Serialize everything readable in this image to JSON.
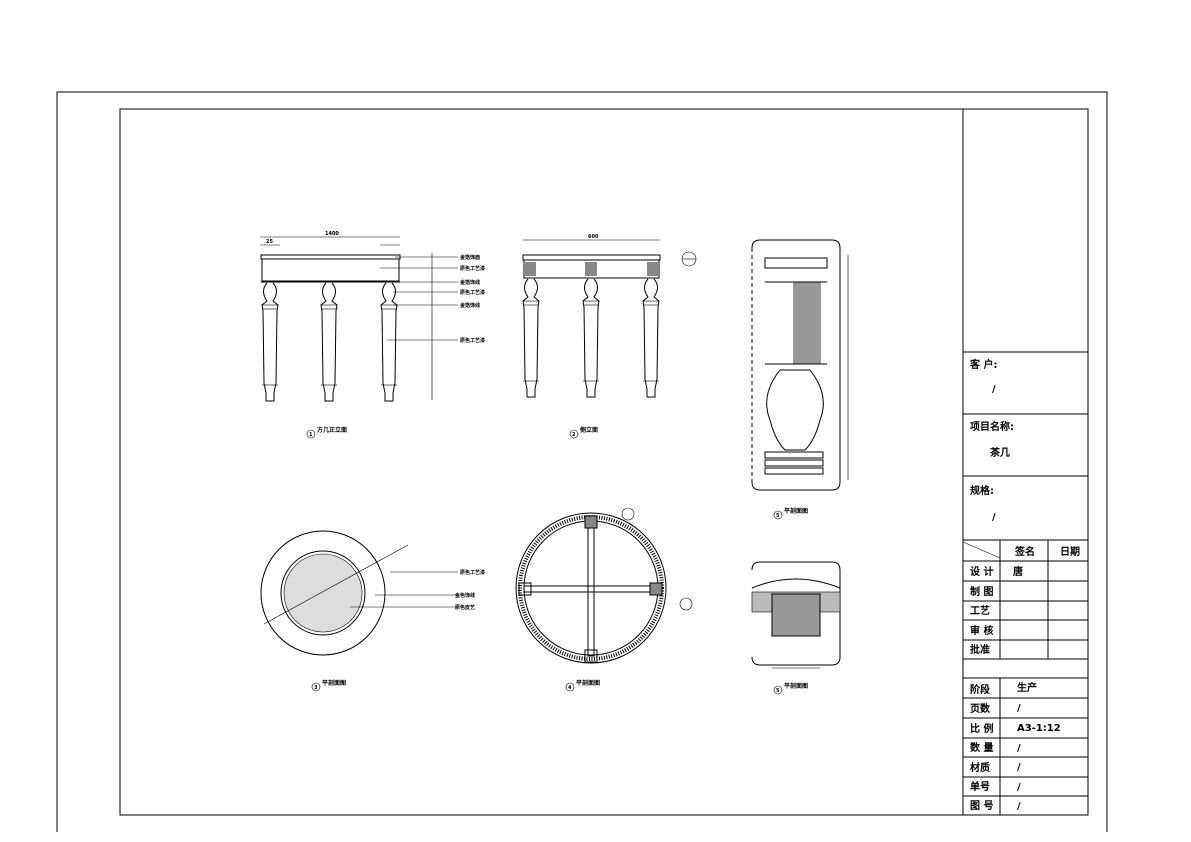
{
  "title_block": {
    "client_label": "客 户:",
    "client_value": "/",
    "project_label": "项目名称:",
    "project_value": "茶几",
    "spec_label": "规格:",
    "spec_value": "/",
    "sign_header": "签名",
    "date_header": "日期",
    "roles": [
      {
        "label": "设 计",
        "sign": "唐"
      },
      {
        "label": "制 图",
        "sign": ""
      },
      {
        "label": "工艺",
        "sign": ""
      },
      {
        "label": "审 核",
        "sign": ""
      },
      {
        "label": "批准",
        "sign": ""
      }
    ],
    "info": [
      {
        "label": "阶段",
        "value": "生产"
      },
      {
        "label": "页数",
        "value": "/"
      },
      {
        "label": "比 例",
        "value": "A3-1:12"
      },
      {
        "label": "数 量",
        "value": "/"
      },
      {
        "label": "材质",
        "value": "/"
      },
      {
        "label": "单号",
        "value": "/"
      },
      {
        "label": "图 号",
        "value": "/"
      }
    ]
  },
  "views": {
    "v1": {
      "num": "1",
      "caption": "方几正立面",
      "width_dim": "1400",
      "side_dim": "25"
    },
    "v2": {
      "num": "2",
      "caption": "侧立面",
      "width_dim": "600"
    },
    "v3": {
      "num": "3",
      "caption": "平剖面图"
    },
    "v4": {
      "num": "4",
      "caption": "平剖面图"
    },
    "v5": {
      "num": "5",
      "caption": "平剖面图"
    },
    "v6": {
      "num": "5",
      "caption": "平剖面图"
    }
  },
  "callouts": {
    "a": "金箔饰面",
    "b": "原色工艺漆",
    "c": "金箔饰线",
    "d": "原色工艺漆",
    "e": "金箔饰线",
    "f": "原色工艺漆",
    "g": "原色工艺漆",
    "h": "金色饰线",
    "i": "原色皮艺"
  }
}
